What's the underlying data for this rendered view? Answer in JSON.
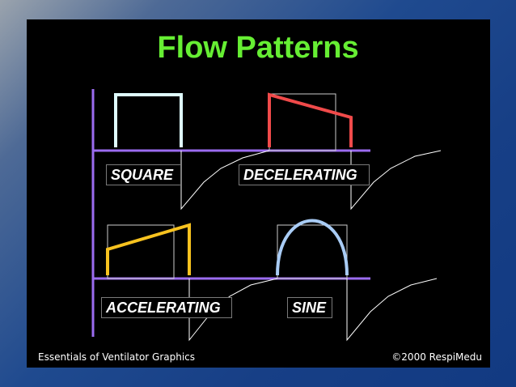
{
  "title": "Flow Patterns",
  "title_color": "#66ee33",
  "footer": {
    "left": "Essentials of Ventilator Graphics",
    "right": "©2000 RespiMedu"
  },
  "patterns": [
    {
      "label": "SQUARE",
      "color": "#dffcff"
    },
    {
      "label": "DECELERATING",
      "color": "#f04a4a"
    },
    {
      "label": "ACCELERATING",
      "color": "#f7c21f"
    },
    {
      "label": "SINE",
      "color": "#a9ccf5"
    }
  ],
  "axis_color": "#9b6cf0"
}
